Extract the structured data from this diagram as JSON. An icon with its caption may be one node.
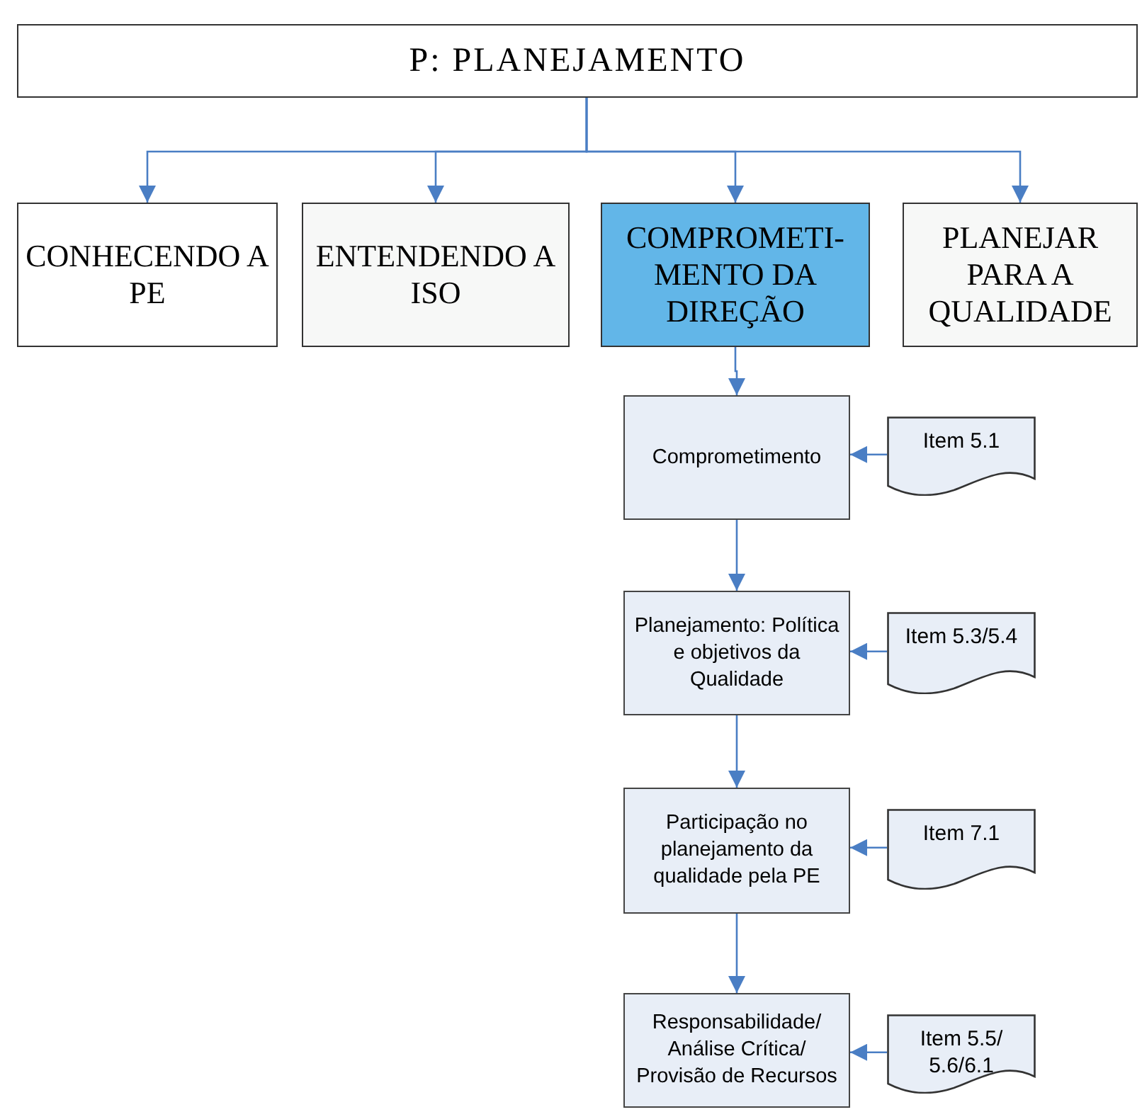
{
  "diagram": {
    "nodes": [
      {
        "text": [
          "P:  PLANEJAMENTO"
        ]
      },
      {
        "text": [
          "CONHECENDO A PE"
        ]
      },
      {
        "text": [
          "ENTENDENDO A ISO"
        ]
      },
      {
        "text": [
          "COMPROMETI- MENTO DA DIREÇÃO"
        ]
      },
      {
        "text": [
          "PLANEJAR PARA A QUALIDADE"
        ]
      },
      {
        "text": [
          "Comprometimento"
        ]
      },
      {
        "text": [
          "Item 5.1"
        ]
      },
      {
        "text": [
          "Planejamento: Política e objetivos da Qualidade"
        ]
      },
      {
        "text": [
          "Item 5.3/5.4"
        ]
      },
      {
        "text": [
          "Participação no planejamento da qualidade pela PE"
        ]
      },
      {
        "text": [
          "Item 7.1"
        ]
      },
      {
        "text": [
          "Responsabilidade/ Análise Crítica/ Provisão de Recursos"
        ]
      },
      {
        "text": [
          "Item 5.5/ 5.6/6.1"
        ]
      }
    ],
    "edges": [
      {
        "from": 0,
        "to": 1,
        "arrow": "to"
      },
      {
        "from": 0,
        "to": 2,
        "arrow": "to"
      },
      {
        "from": 0,
        "to": 3,
        "arrow": "to"
      },
      {
        "from": 0,
        "to": 4,
        "arrow": "to"
      },
      {
        "from": 3,
        "to": 5,
        "arrow": "to"
      },
      {
        "from": 6,
        "to": 5,
        "arrow": "to"
      },
      {
        "from": 5,
        "to": 7,
        "arrow": "to"
      },
      {
        "from": 8,
        "to": 7,
        "arrow": "to"
      },
      {
        "from": 7,
        "to": 9,
        "arrow": "to"
      },
      {
        "from": 10,
        "to": 9,
        "arrow": "to"
      },
      {
        "from": 9,
        "to": 11,
        "arrow": "to"
      },
      {
        "from": 12,
        "to": 11,
        "arrow": "to"
      }
    ]
  }
}
